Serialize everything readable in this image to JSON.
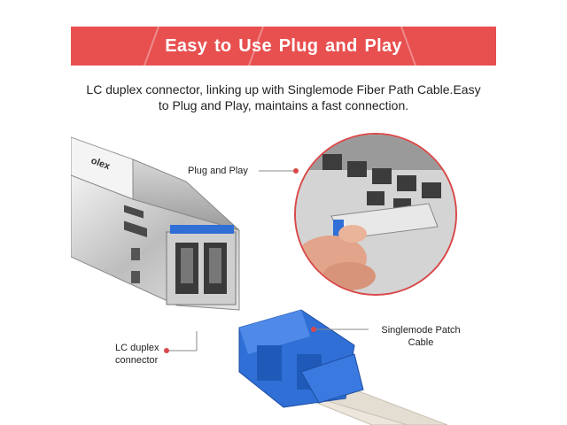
{
  "banner": {
    "title": "Easy to Use  Plug and Play",
    "color": "#e85050"
  },
  "description": {
    "line1": "LC duplex connector, linking up with Singlemode Fiber Path Cable.Easy",
    "line2": "to Plug and Play, maintains a fast connection."
  },
  "callouts": {
    "plug_and_play": "Plug and Play",
    "singlemode_line1": "Singlemode Patch",
    "singlemode_line2": "Cable",
    "lc_line1": "LC duplex",
    "lc_line2": "connector"
  },
  "module_label": "olex",
  "accent_colors": {
    "callout_line": "#d94848",
    "connector_blue": "#2f6fd6"
  }
}
